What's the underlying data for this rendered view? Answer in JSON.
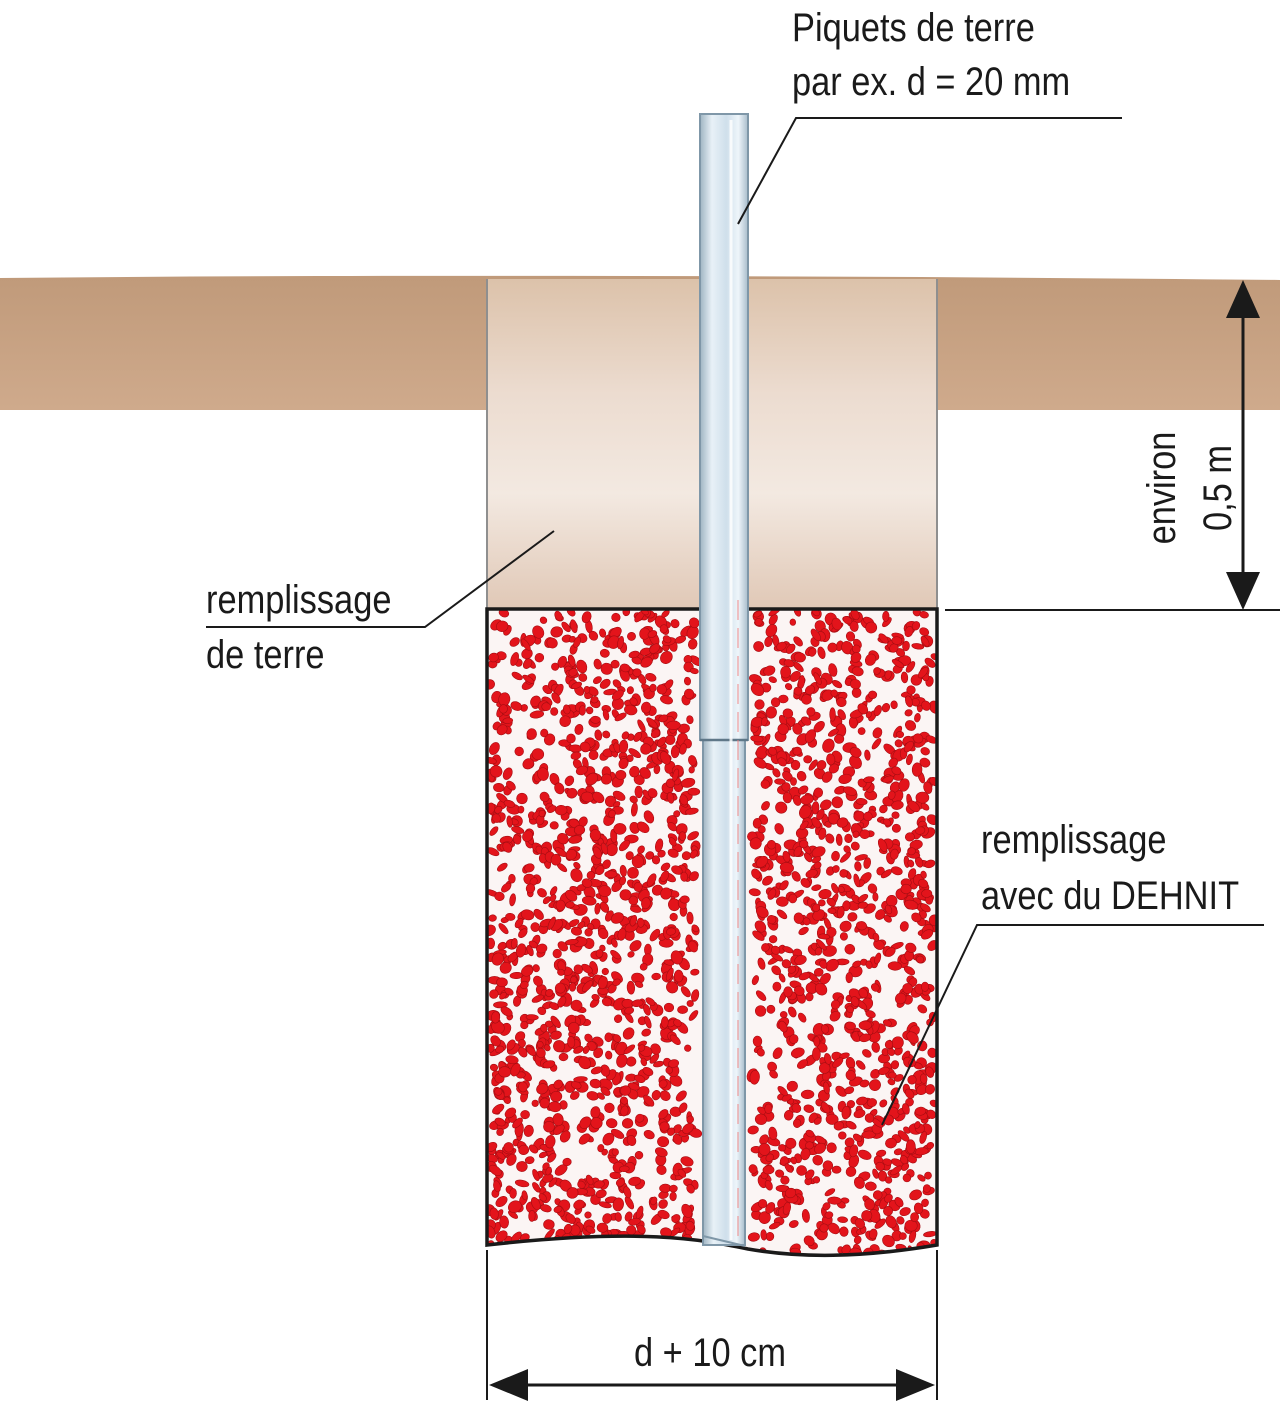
{
  "labels": {
    "rod_line1": "Piquets de terre",
    "rod_line2": "par ex. d = 20 mm",
    "soil_fill_line1": "remplissage",
    "soil_fill_line2": "de terre",
    "dehnit_fill_line1": "remplissage",
    "dehnit_fill_line2": "avec du DEHNIT",
    "depth_line1": "environ",
    "depth_line2": "0,5 m",
    "width": "d + 10 cm"
  },
  "colors": {
    "soil": "#c8a284",
    "dehnit": "#e3141b",
    "rod": "#d4e4ef",
    "line": "#1a1a1a"
  }
}
